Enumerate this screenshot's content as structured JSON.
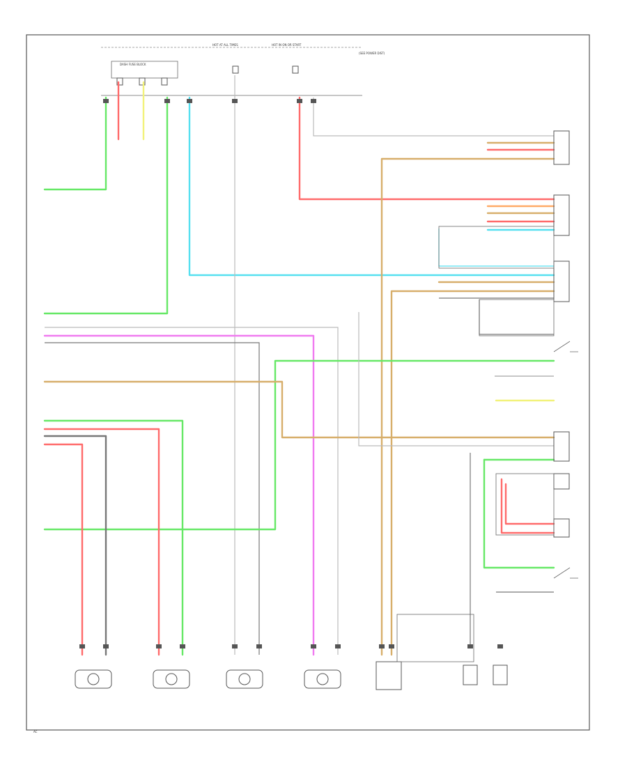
{
  "colors": {
    "green": "#66e866",
    "red": "#ff6a6a",
    "pink": "#ff99bb",
    "yellow": "#f2f27a",
    "cyan": "#55e0f0",
    "tan": "#d7ae6a",
    "magenta": "#f07af0",
    "gray": "#777777",
    "lightgray": "#bbbbbb",
    "orange": "#ffaa66"
  },
  "texts": {
    "top_fuse_a": "HOT AT ALL TIMES",
    "top_fuse_b": "HOT IN ON OR START",
    "dash_fuse_block": "DASH FUSE BLOCK",
    "top_right_note": "(SEE POWER DIST)",
    "frame_corner": "AC"
  }
}
